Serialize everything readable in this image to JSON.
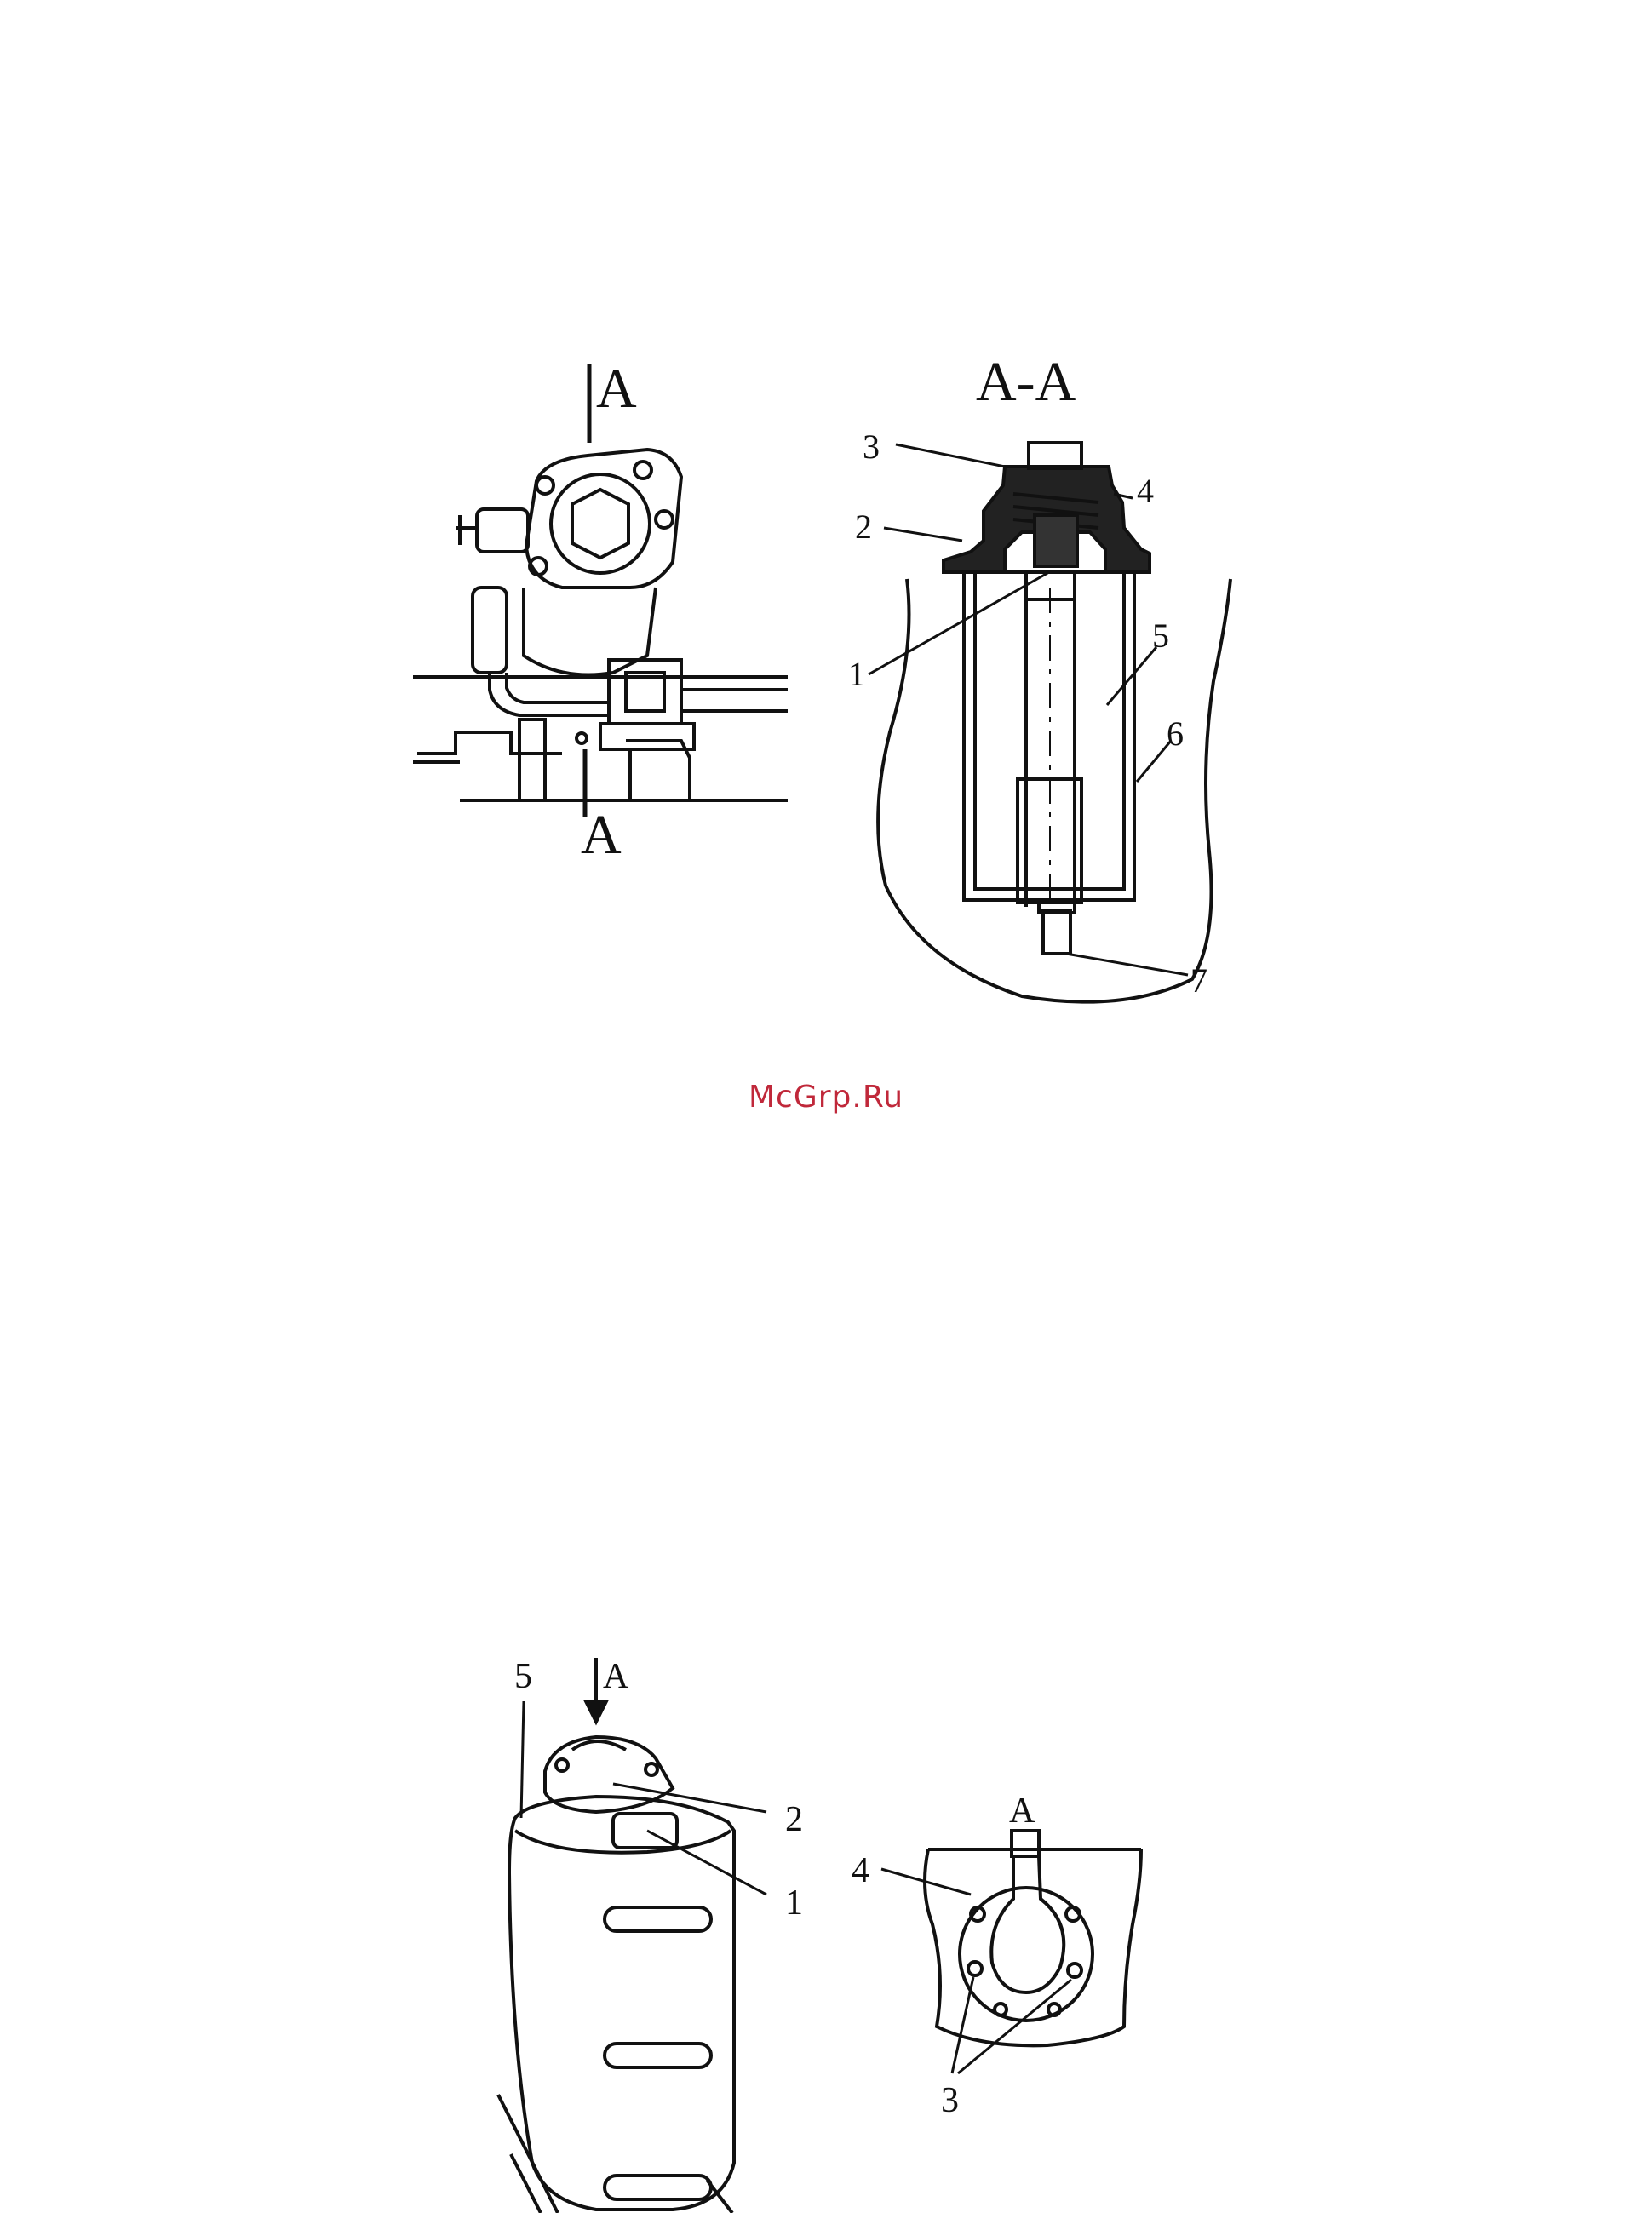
{
  "watermark": {
    "text": "McGrp.Ru",
    "color": "#c0283a"
  },
  "figure1": {
    "left_view": {
      "label_top": "A",
      "label_bottom": "A"
    },
    "section_view": {
      "title": "A-A",
      "callouts": [
        "1",
        "2",
        "3",
        "4",
        "5",
        "6",
        "7"
      ]
    }
  },
  "figure2": {
    "left_view": {
      "view_arrow_label": "A",
      "callouts": [
        "5",
        "2",
        "1"
      ]
    },
    "right_view": {
      "title": "A",
      "callouts": [
        "4",
        "3"
      ]
    }
  },
  "colors": {
    "ink": "#111111",
    "paper": "#ffffff"
  }
}
